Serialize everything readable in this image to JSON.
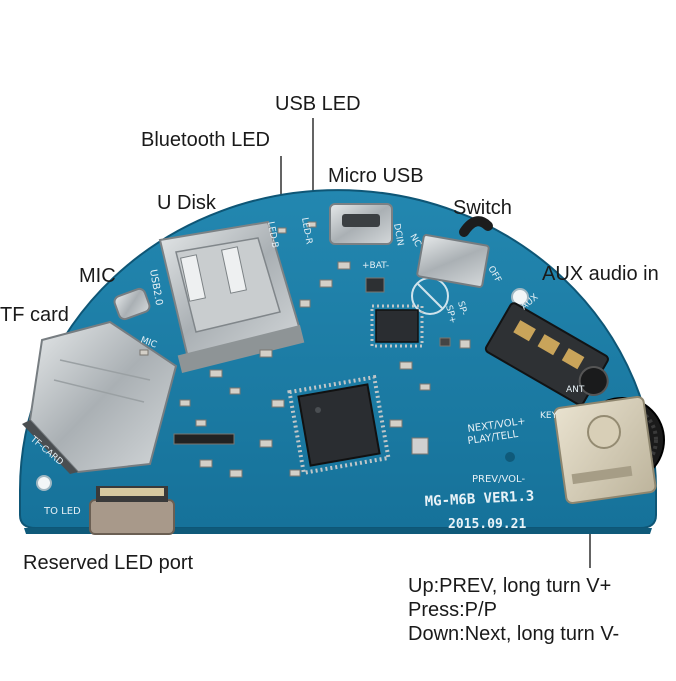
{
  "labels": {
    "usb_led": "USB LED",
    "bluetooth_led": "Bluetooth  LED",
    "micro_usb": "Micro USB",
    "u_disk": "U Disk",
    "switch": "Switch",
    "mic": "MIC",
    "aux_audio": "AUX audio in",
    "tf_card": "TF card",
    "reserved_led": "Reserved LED port",
    "knob_up": "Up:PREV, long turn V+",
    "knob_press": "Press:P/P",
    "knob_down": "Down:Next, long turn V-"
  },
  "silkscreen": {
    "model": "MG-M6B  VER1.3",
    "date": "2015.09.21",
    "usb2": "USB2.0",
    "led_b": "LED-B",
    "led_r": "LED-R",
    "dcin": "DCIN",
    "nc": "NC",
    "off": "OFF",
    "bat": "+BAT-",
    "spk_pos": "SP+",
    "spk_neg": "SP-",
    "aux": "AUX",
    "ant": "ANT",
    "key": "KEY",
    "next_vol": "NEXT/VOL+",
    "play_tell": "PLAY/TELL",
    "prev_vol": "PREV/VOL-",
    "mic": "MIC",
    "tf_card": "TF-CARD",
    "to_led": "TO LED"
  },
  "colors": {
    "pcb": "#1d7fa8",
    "pcb_dark": "#12607f",
    "metal": "#bfc4c7",
    "chip": "#2a2d31",
    "silk": "#e8f2f7"
  }
}
